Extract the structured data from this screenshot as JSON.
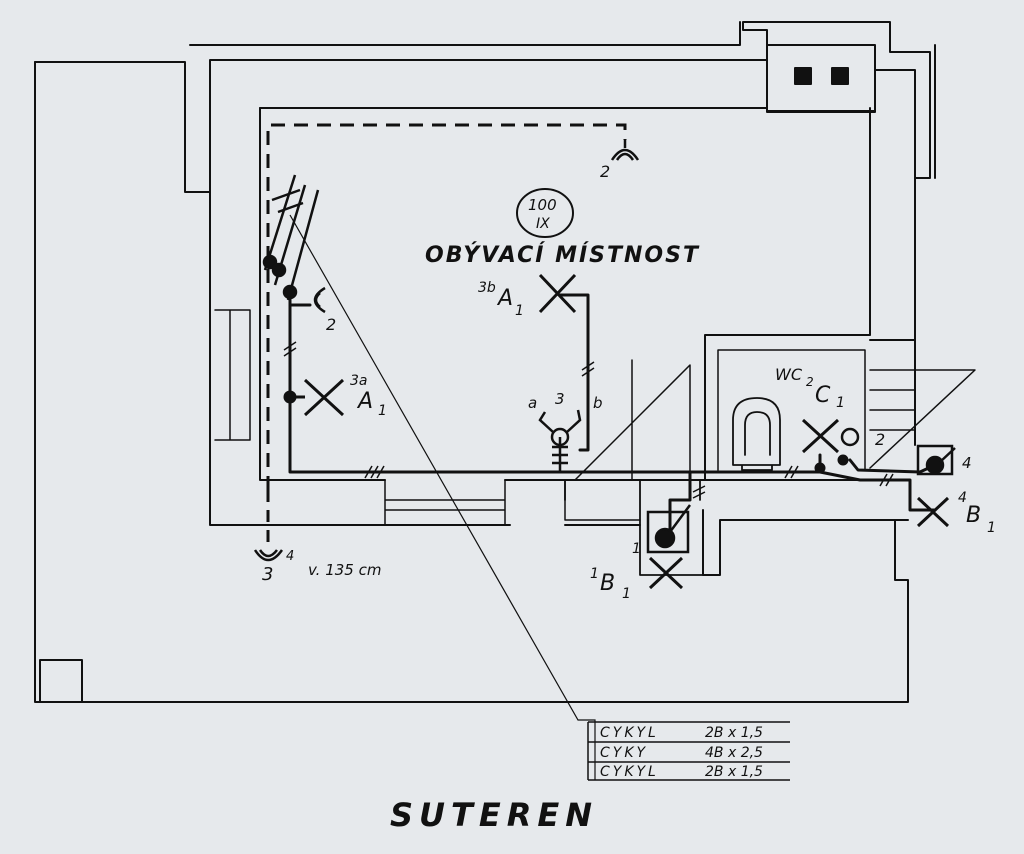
{
  "room": {
    "label": "OBÝVACÍ MÍSTNOST",
    "number": "100",
    "number_sub": "IX"
  },
  "wc": {
    "label": "WC",
    "sub": "2"
  },
  "fixtures": {
    "a1_3a": {
      "prefix": "3a",
      "letter": "A",
      "sub": "1"
    },
    "a1_3b": {
      "prefix": "3b",
      "letter": "A",
      "sub": "1"
    },
    "c1": {
      "letter": "C",
      "sub": "1"
    },
    "b1_1": {
      "prefix": "1",
      "letter": "B",
      "sub": "1"
    },
    "b1_4": {
      "prefix": "4",
      "letter": "B",
      "sub": "1"
    }
  },
  "labels": {
    "socket_top": "2",
    "socket_left": "2",
    "switch_a": "a",
    "switch_3": "3",
    "switch_b": "b",
    "wc_socket": "2",
    "box_4_num": "4",
    "box_1_num": "1",
    "outlet_3": "3",
    "outlet_4": "4",
    "height": "v. 135 cm"
  },
  "legend": [
    {
      "cable": "CYKYL",
      "size": "2B x 1,5"
    },
    {
      "cable": "CYKY",
      "size": "4B x 2,5"
    },
    {
      "cable": "CYKYL",
      "size": "2B x 1,5"
    }
  ],
  "title": "SUTEREN",
  "colors": {
    "paper": "#e6e9ec",
    "ink": "#111111"
  }
}
